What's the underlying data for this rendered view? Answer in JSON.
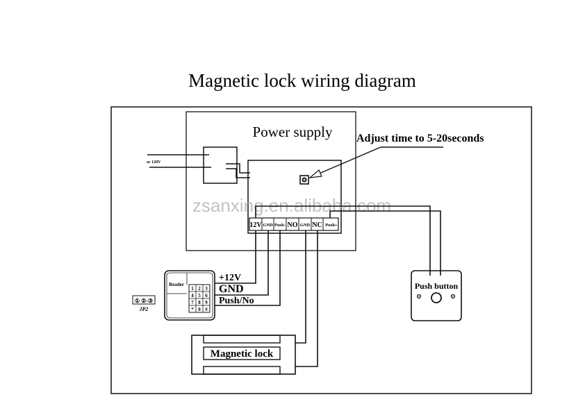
{
  "title": "Magnetic lock wiring diagram",
  "power_supply": {
    "label": "Power supply",
    "ac_input_label": "ac 120V",
    "adjust_note": "Adjust time to 5-20seconds",
    "terminals": [
      "12V",
      "GND",
      "Push-",
      "NO",
      "GND",
      "NC",
      "Push+"
    ]
  },
  "reader": {
    "label": "Reader",
    "keys": [
      "1",
      "2",
      "3",
      "4",
      "5",
      "6",
      "7",
      "8",
      "9",
      "*",
      "0",
      "#"
    ],
    "wire_labels": [
      "+12V",
      "GND",
      "Push/No"
    ]
  },
  "jumper": {
    "pins": "① ②-③",
    "label": "JP2"
  },
  "push_button": {
    "label": "Push button"
  },
  "magnetic_lock": {
    "label": "Magnetic lock"
  },
  "watermark": "zsanxing.en.alibaba.com",
  "colors": {
    "line": "#111111",
    "watermark": "#b8b8b8",
    "background": "#ffffff"
  }
}
